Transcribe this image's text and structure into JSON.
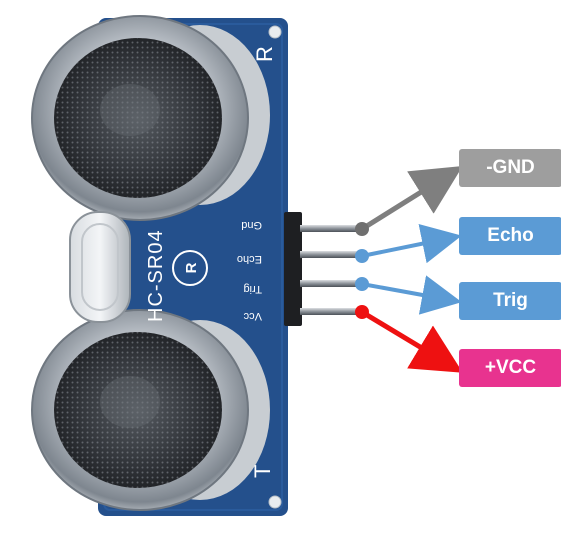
{
  "module": {
    "model_text": "HC-SR04",
    "receiver_mark": "R",
    "transmitter_mark": "T",
    "board_color": "#24508c",
    "silkscreen": [
      "Gnd",
      "Echo",
      "Trig",
      "Vcc"
    ]
  },
  "pins": [
    {
      "id": "gnd",
      "label": "-GND",
      "color": "#9e9e9e"
    },
    {
      "id": "echo",
      "label": "Echo",
      "color": "#5b9bd5"
    },
    {
      "id": "trig",
      "label": "Trig",
      "color": "#5b9bd5"
    },
    {
      "id": "vcc",
      "label": "+VCC",
      "color": "#e8338f"
    }
  ],
  "connector_colors": {
    "gnd": "#7f7f7f",
    "echo": "#5b9bd5",
    "trig": "#5b9bd5",
    "vcc": "#ee1111"
  }
}
